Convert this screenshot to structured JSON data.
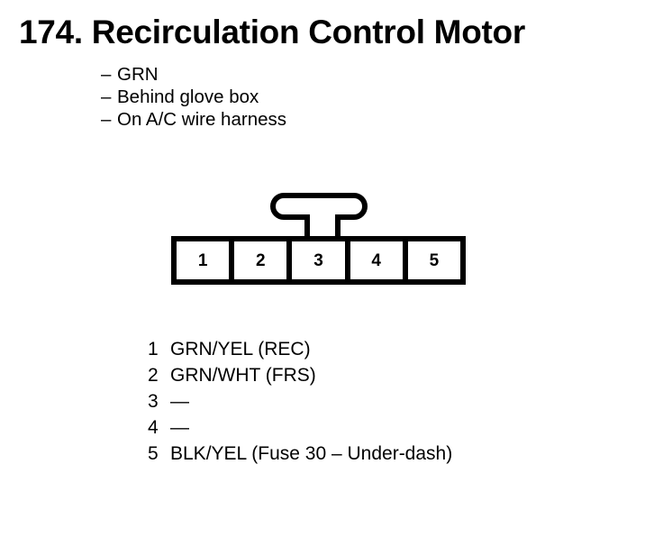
{
  "page": {
    "background_color": "#ffffff",
    "ink_color": "#000000"
  },
  "title": "174. Recirculation Control Motor",
  "notes": {
    "dash": "–",
    "items": [
      "GRN",
      "Behind glove box",
      "On A/C wire harness"
    ]
  },
  "connector": {
    "type": "5-pin connector",
    "locking_tab": "T-shaped locking tab",
    "cells": [
      {
        "number": "1"
      },
      {
        "number": "2"
      },
      {
        "number": "3"
      },
      {
        "number": "4"
      },
      {
        "number": "5"
      }
    ]
  },
  "pin_legend": [
    {
      "pin": "1",
      "value": "GRN/YEL (REC)"
    },
    {
      "pin": "2",
      "value": "GRN/WHT (FRS)"
    },
    {
      "pin": "3",
      "value": "—"
    },
    {
      "pin": "4",
      "value": "—"
    },
    {
      "pin": "5",
      "value": "BLK/YEL (Fuse 30 – Under-dash)"
    }
  ]
}
